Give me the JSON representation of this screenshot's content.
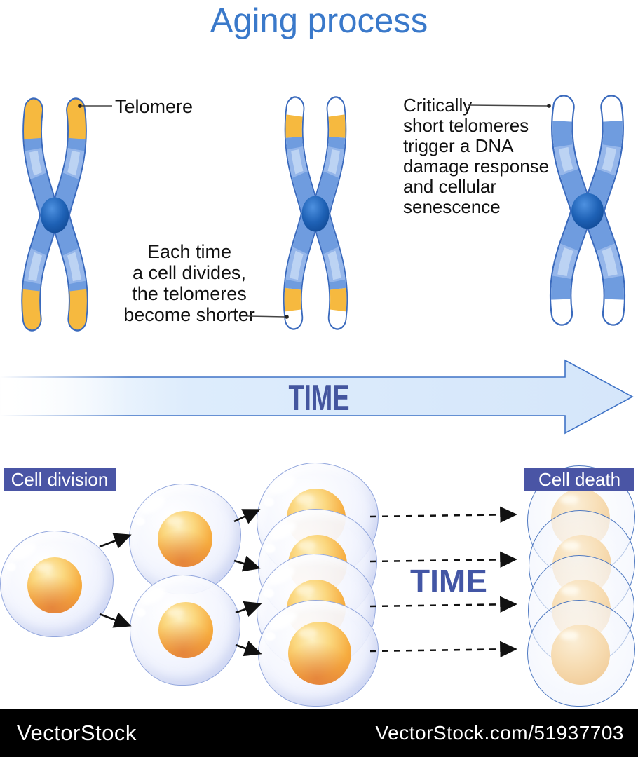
{
  "title": {
    "text": "Aging process"
  },
  "annotations": {
    "telomere_label": "Telomere",
    "division_note": "Each time\na cell divides,\nthe telomeres\nbecome shorter",
    "senescence_note": "Critically\nshort telomeres\ntrigger a DNA\ndamage response\nand cellular\nsenescence"
  },
  "timeline": {
    "label": "TIME"
  },
  "cells": {
    "division_badge": "Cell division",
    "death_badge": "Cell death",
    "time_label": "TIME"
  },
  "footer": {
    "brand": "VectorStock",
    "credit": "VectorStock.com/51937703"
  },
  "figures": {
    "chromosomes": [
      {
        "stage": "long telomeres",
        "caps": "orange"
      },
      {
        "stage": "shortened telomeres",
        "caps": "orange with white tips"
      },
      {
        "stage": "critically short telomeres",
        "caps": "white (depleted)"
      }
    ],
    "cell_counts": {
      "column_1": 1,
      "column_2": 2,
      "column_3": 4,
      "death_column": 4
    }
  },
  "colors": {
    "title_blue": "#3a79ca",
    "chromosome_blue": "#6f9cdf",
    "chromosome_outline": "#3a6abd",
    "telomere_orange": "#f6b93f",
    "centromere_blue": "#1e61b5",
    "arrow_fill": "#d9e9fb",
    "arrow_border": "#3e72c6",
    "time_text": "#44569f",
    "badge_indigo": "#4a55a5",
    "nucleus_orange": "#f6ab3e",
    "dead_nucleus_tan": "#f2cf9e",
    "footer_bg": "#000000"
  }
}
